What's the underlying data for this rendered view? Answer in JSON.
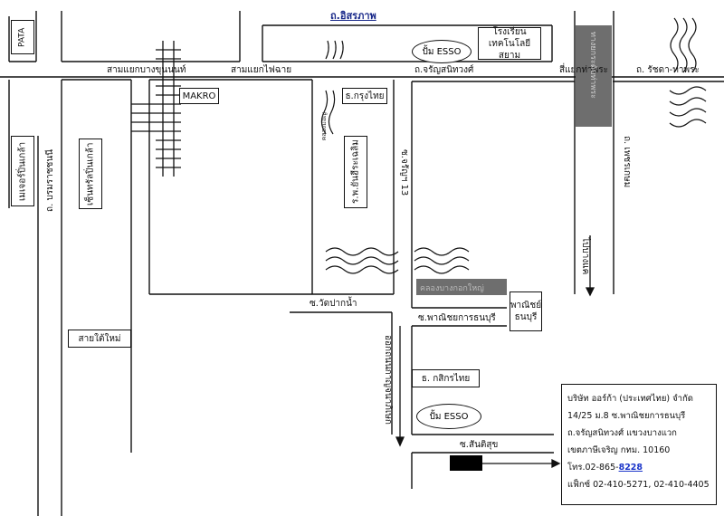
{
  "roads": {
    "isarapap": "ถ.อิสรภาพ",
    "bang_khun_non_junction": "สามแยกบางขุนนนท์",
    "fai_chai_junction": "สามแยกไฟฉาย",
    "charansanitwong": "ถ.จรัญสนิทวงศ์",
    "sam_yaek_tha_phra": "สี่แยกท่าพระ",
    "ratchada_tha_phra": "ถ. รัชดา-ท่าพระ",
    "phetkasem": "ถ. เพชรเกษม",
    "to_bang_khae": "ไปบางแค",
    "charan_13": "ซ.จรัญฯ 13",
    "wat_pak_nam": "ซ.วัดปากน้ำ",
    "phanit_thonburi": "ซ.พาณิชยการธนบุรี",
    "santisuk": "ซ.สันติสุข",
    "borommaratchachonnani": "ถ. บรมราชชนนี",
    "sai_tai_mai": "สายใต้ใหม่",
    "to_outer_ring": "ออกถนนกาญจนาภิเษก"
  },
  "landmarks": {
    "pata": "PATA",
    "makro": "MAKRO",
    "krung_thai_bank": "ธ.กรุงไทย",
    "esso_top": "ปั้ม ESSO",
    "siam_tech_school_line1": "โรงเรียน",
    "siam_tech_school_line2": "เทคโนโลยีสยาม",
    "pinklao_mall_left": "เมเจอร์ปิ่นเกล้า",
    "central_pinklao": "เซ็นทรัลปิ่นเกล้า",
    "hospital": "ร.พ.ยันฮีระเฉลิม",
    "phanit_college_line1": "พาณิชย์",
    "phanit_college_line2": "ธนบุรี",
    "kasikorn_bank": "ธ. กสิกรไทย",
    "esso_bottom": "ปั้ม ESSO",
    "canal_bridge": "คลองบางกอกใหญ่",
    "tha_phra_bridge": "ทางยกระดับท่าพระ",
    "canal_small": "คลองมอญ"
  },
  "company": {
    "name": "บริษัท ออร์ก้า (ประเทศไทย) จำกัด",
    "address1": "14/25 ม.8 ซ.พาณิชยการธนบุรี",
    "address2": "ถ.จรัญสนิทวงศ์ แขวงบางแวก",
    "address3": "เขตภาษีเจริญ กทม. 10160",
    "phone_label": "โทร.02-865-",
    "phone_highlight": "8228",
    "fax": "แฟ็กซ์ 02-410-5271, 02-410-4405"
  },
  "colors": {
    "road_line": "#111111",
    "highlight_text": "#1b35c9",
    "dark_block": "#6e6e6e",
    "company_marker": "#000000"
  }
}
